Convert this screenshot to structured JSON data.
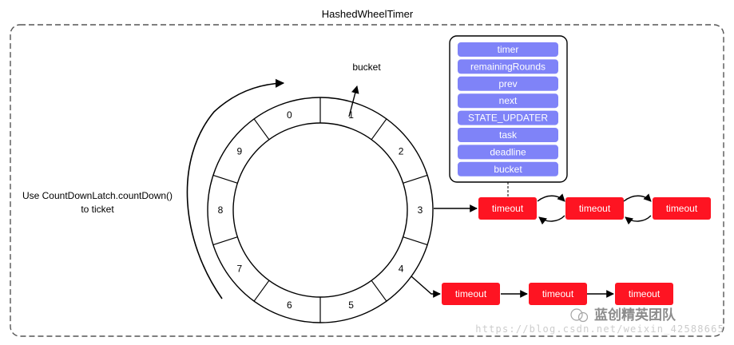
{
  "title": "HashedWheelTimer",
  "bucket_label": "bucket",
  "side_note": [
    "Use CountDownLatch.countDown()",
    "to ticket"
  ],
  "wheel_slots": [
    "0",
    "1",
    "2",
    "3",
    "4",
    "5",
    "6",
    "7",
    "8",
    "9"
  ],
  "fields": [
    "timer",
    "remainingRounds",
    "prev",
    "next",
    "STATE_UPDATER",
    "task",
    "deadline",
    "bucket"
  ],
  "timeout_row_a": [
    "timeout",
    "timeout",
    "timeout"
  ],
  "timeout_row_b": [
    "timeout",
    "timeout",
    "timeout"
  ],
  "watermark_brand": "蓝创精英团队",
  "watermark_url": "https://blog.csdn.net/weixin_42588665",
  "colors": {
    "field_fill": "#7f83f8",
    "timeout_fill": "#fe1422",
    "frame_stroke": "#555555"
  }
}
